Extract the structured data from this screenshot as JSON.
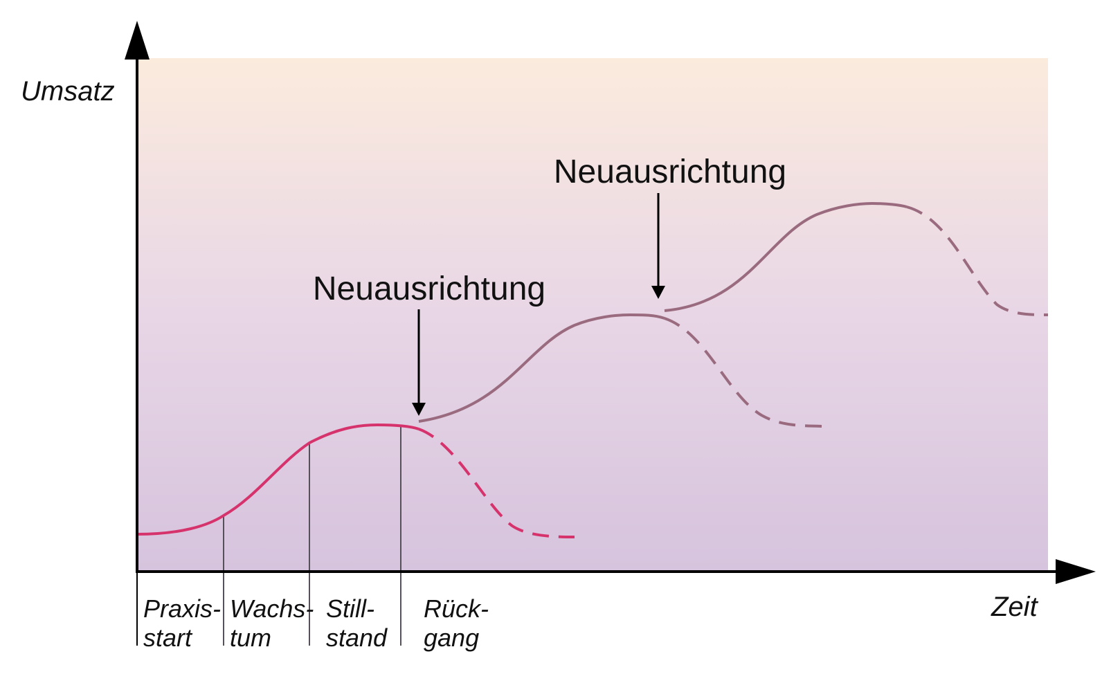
{
  "diagram": {
    "y_axis_label": "Umsatz",
    "x_axis_label": "Zeit",
    "phases": [
      {
        "line1": "Praxis-",
        "line2": "start"
      },
      {
        "line1": "Wachs-",
        "line2": "tum"
      },
      {
        "line1": "Still-",
        "line2": "stand"
      },
      {
        "line1": "Rück-",
        "line2": "gang"
      }
    ],
    "callouts": [
      {
        "label": "Neuausrichtung"
      },
      {
        "label": "Neuausrichtung"
      }
    ],
    "colors": {
      "first_curve": "#d6336c",
      "later_curves": "#9a6b7e",
      "background_top": "#fbebdd",
      "background_bottom": "#d6c3dd",
      "axis": "#000000"
    }
  }
}
